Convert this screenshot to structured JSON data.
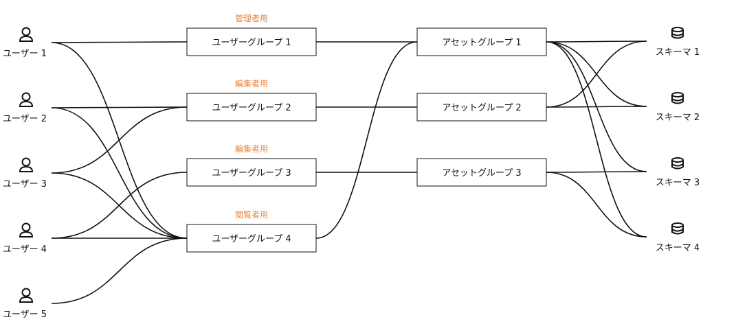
{
  "users": [
    {
      "id": "u1",
      "label": "ユーザー 1",
      "icon": "user-icon"
    },
    {
      "id": "u2",
      "label": "ユーザー 2",
      "icon": "user-icon"
    },
    {
      "id": "u3",
      "label": "ユーザー 3",
      "icon": "user-icon"
    },
    {
      "id": "u4",
      "label": "ユーザー 4",
      "icon": "user-icon"
    },
    {
      "id": "u5",
      "label": "ユーザー 5",
      "icon": "user-icon"
    }
  ],
  "user_groups": [
    {
      "id": "g1",
      "label": "ユーザーグループ 1",
      "role": "管理者用"
    },
    {
      "id": "g2",
      "label": "ユーザーグループ 2",
      "role": "編集者用"
    },
    {
      "id": "g3",
      "label": "ユーザーグループ 3",
      "role": "編集者用"
    },
    {
      "id": "g4",
      "label": "ユーザーグループ 4",
      "role": "閲覧者用"
    }
  ],
  "asset_groups": [
    {
      "id": "a1",
      "label": "アセットグループ 1"
    },
    {
      "id": "a2",
      "label": "アセットグループ 2"
    },
    {
      "id": "a3",
      "label": "アセットグループ 3"
    }
  ],
  "schemas": [
    {
      "id": "s1",
      "label": "スキーマ 1",
      "icon": "database-icon"
    },
    {
      "id": "s2",
      "label": "スキーマ 2",
      "icon": "database-icon"
    },
    {
      "id": "s3",
      "label": "スキーマ 3",
      "icon": "database-icon"
    },
    {
      "id": "s4",
      "label": "スキーマ 4",
      "icon": "database-icon"
    }
  ],
  "user_links": [
    [
      "u1",
      "g1"
    ],
    [
      "u1",
      "g4"
    ],
    [
      "u2",
      "g2"
    ],
    [
      "u2",
      "g4"
    ],
    [
      "u3",
      "g2"
    ],
    [
      "u3",
      "g4"
    ],
    [
      "u4",
      "g3"
    ],
    [
      "u4",
      "g4"
    ],
    [
      "u5",
      "g4"
    ]
  ],
  "group_links": [
    [
      "g1",
      "a1"
    ],
    [
      "g2",
      "a2"
    ],
    [
      "g3",
      "a3"
    ],
    [
      "g4",
      "a1"
    ]
  ],
  "asset_links": [
    [
      "a1",
      "s1"
    ],
    [
      "a1",
      "s2"
    ],
    [
      "a1",
      "s3"
    ],
    [
      "a1",
      "s4"
    ],
    [
      "a2",
      "s1"
    ],
    [
      "a2",
      "s2"
    ],
    [
      "a3",
      "s3"
    ],
    [
      "a3",
      "s4"
    ]
  ],
  "colors": {
    "line": "#111111",
    "role_label": "#e8833a",
    "background": "#ffffff"
  }
}
